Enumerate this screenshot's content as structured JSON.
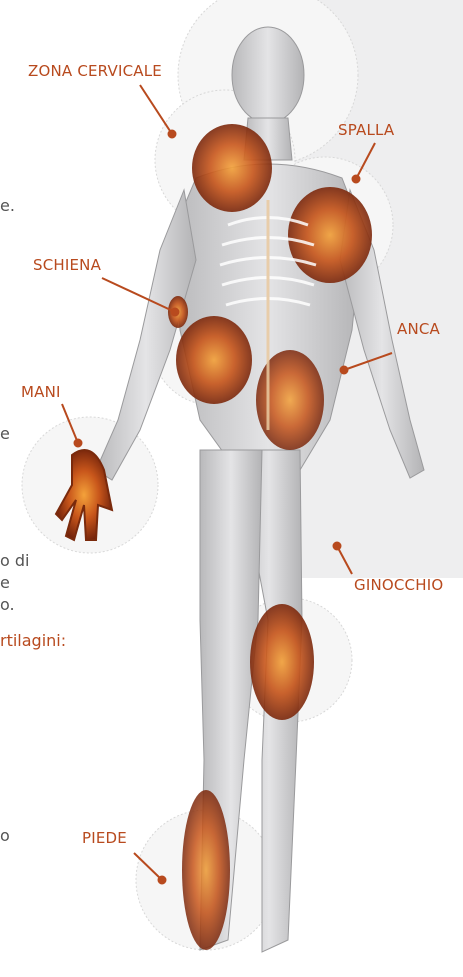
{
  "text_fragments": [
    "e.",
    "e",
    "o di",
    "e",
    "o.",
    "rtilagini:",
    "o"
  ],
  "labels": {
    "cervical": "ZONA CERVICALE",
    "shoulder": "SPALLA",
    "back": "SCHIENA",
    "hip": "ANCA",
    "hands": "MANI",
    "knee": "GINOCCHIO",
    "foot": "PIEDE"
  },
  "colors": {
    "accent": "#b84a1e",
    "body_text": "#555555",
    "panel": "#eeeeef",
    "highlight": "#c8561b"
  }
}
